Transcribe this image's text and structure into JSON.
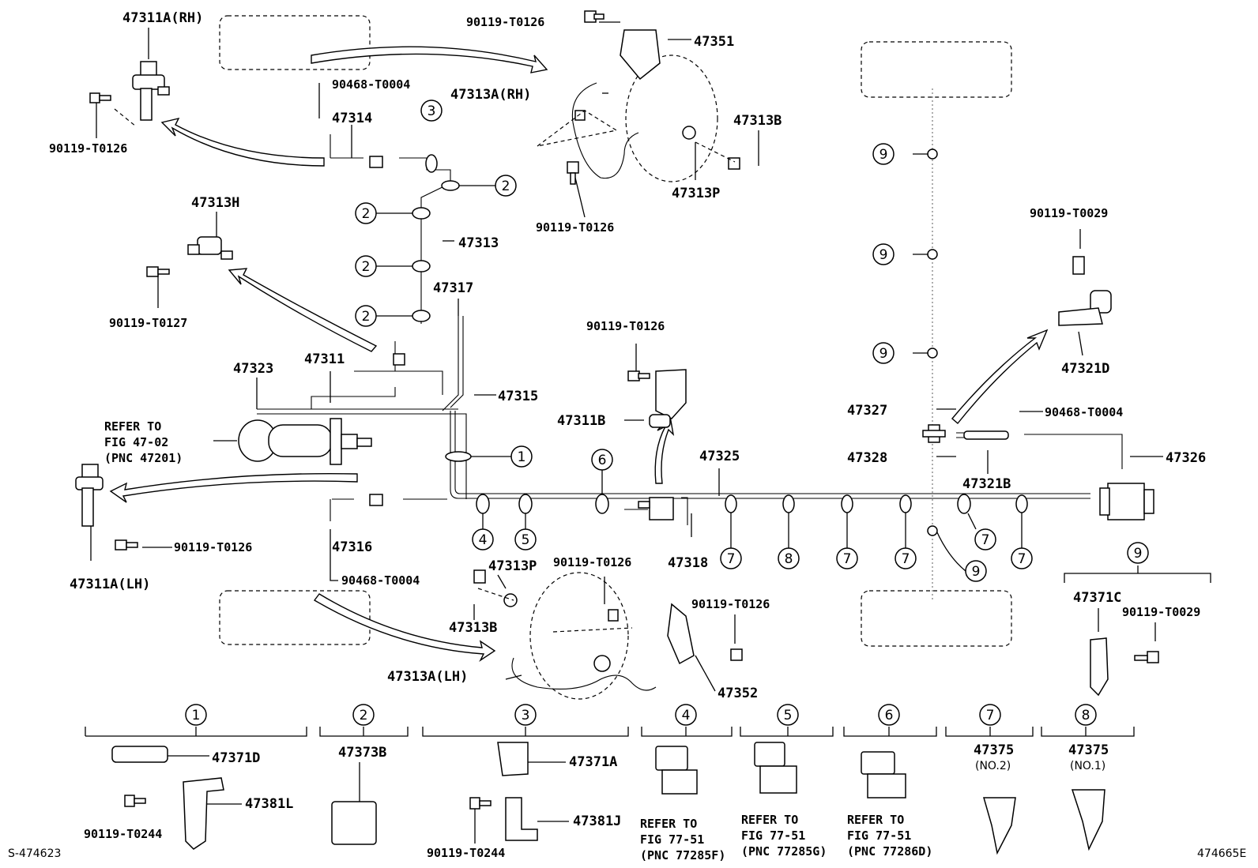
{
  "labels": {
    "p47311A_RH": "47311A(RH)",
    "p90119_T0126_a": "90119-T0126",
    "p90468_T0004_a": "90468-T0004",
    "p47314": "47314",
    "p47313H": "47313H",
    "p90119_T0127": "90119-T0127",
    "p47323": "47323",
    "p47311": "47311",
    "refer_a1": "REFER TO",
    "refer_a2": "FIG 47-02",
    "refer_a3": "(PNC 47201)",
    "p47311A_LH": "47311A(LH)",
    "p90119_T0126_b": "90119-T0126",
    "p47316": "47316",
    "p90468_T0004_b": "90468-T0004",
    "p90119_T0126_top": "90119-T0126",
    "p47351": "47351",
    "p47313A_RH": "47313A(RH)",
    "p47313B_top": "47313B",
    "p47313P_top": "47313P",
    "p90119_T0126_c": "90119-T0126",
    "p47313": "47313",
    "p47317": "47317",
    "p47315": "47315",
    "p90119_T0126_d": "90119-T0126",
    "p47311B": "47311B",
    "p47325": "47325",
    "p47318": "47318",
    "p47313P_bot": "47313P",
    "p90119_T0126_e": "90119-T0126",
    "p47313B_bot": "47313B",
    "p90119_T0126_f": "90119-T0126",
    "p47313A_LH": "47313A(LH)",
    "p47352": "47352",
    "p90119_T0029_a": "90119-T0029",
    "p47321D": "47321D",
    "p47327": "47327",
    "p90468_T0004_c": "90468-T0004",
    "p47328": "47328",
    "p47321B": "47321B",
    "p47326": "47326",
    "p47371C": "47371C",
    "p90119_T0029_b": "90119-T0029",
    "p47371D": "47371D",
    "p47381L": "47381L",
    "p90119_T0244_a": "90119-T0244",
    "p47373B": "47373B",
    "p47371A": "47371A",
    "p47381J": "47381J",
    "p90119_T0244_b": "90119-T0244",
    "refer_4a": "REFER TO",
    "refer_4b": "FIG 77-51",
    "refer_4c": "(PNC 77285F)",
    "refer_5a": "REFER TO",
    "refer_5b": "FIG 77-51",
    "refer_5c": "(PNC 77285G)",
    "refer_6a": "REFER TO",
    "refer_6b": "FIG 77-51",
    "refer_6c": "(PNC 77286D)",
    "p47375_7": "47375",
    "no2": "(NO.2)",
    "p47375_8": "47375",
    "no1": "(NO.1)",
    "code_left": "S-474623",
    "code_right": "474665E"
  },
  "circles": {
    "c1": "1",
    "c2": "2",
    "c3": "3",
    "c4": "4",
    "c5": "5",
    "c6": "6",
    "c7": "7",
    "c8": "8",
    "c9": "9"
  }
}
